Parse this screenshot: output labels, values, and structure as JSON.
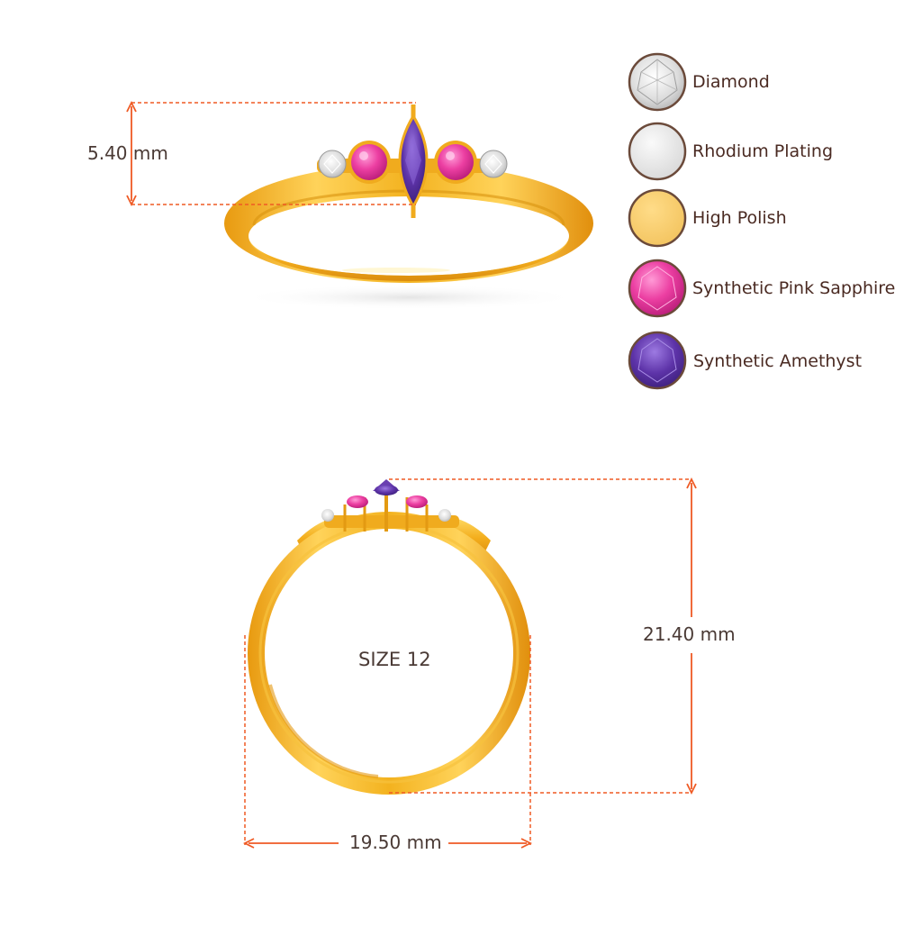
{
  "dimensions": {
    "height_top": "5.40 mm",
    "height_side": "21.40 mm",
    "width": "19.50 mm",
    "ring_size": "SIZE 12"
  },
  "legend": [
    {
      "label": "Diamond",
      "icon": "diamond-swatch-icon",
      "color": "#e6e6e6"
    },
    {
      "label": "Rhodium Plating",
      "icon": "rhodium-swatch-icon",
      "color": "#e4e4e4"
    },
    {
      "label": "High Polish",
      "icon": "high-polish-swatch-icon",
      "color": "#f7cc6e"
    },
    {
      "label": "Synthetic Pink Sapphire",
      "icon": "pink-sapphire-swatch-icon",
      "color": "#e24fa8"
    },
    {
      "label": "Synthetic Amethyst",
      "icon": "amethyst-swatch-icon",
      "color": "#6a3fb0"
    }
  ],
  "colors": {
    "dimension_line": "#ef5a24",
    "gold": "#f4b224",
    "gold_dark": "#c8860f",
    "swatch_border": "#6b4a3a"
  }
}
